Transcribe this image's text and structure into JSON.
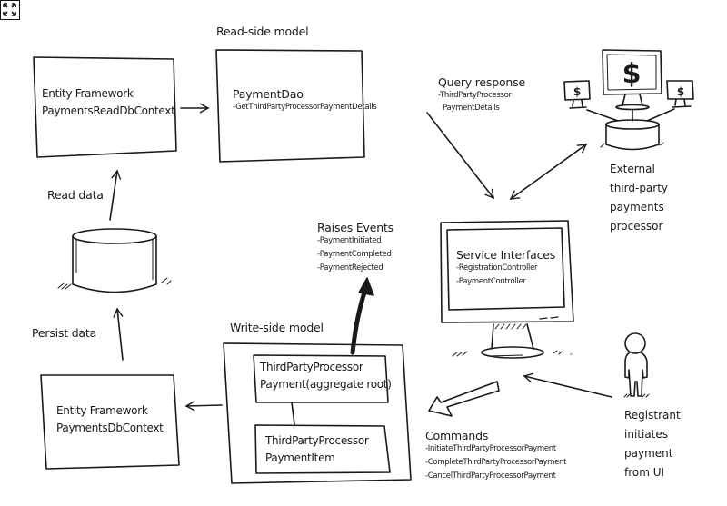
{
  "ui": {
    "expand_icon": "expand-icon"
  },
  "diagram": {
    "read_side": {
      "title": "Read-side model",
      "read_db_context": {
        "line1": "Entity Framework",
        "line2": "PaymentsReadDbContext"
      },
      "payment_dao": {
        "title": "PaymentDao",
        "methods": [
          "-GetThirdPartyProcessorPaymentDetails"
        ]
      }
    },
    "query_response": {
      "title": "Query response",
      "items": [
        "-ThirdPartyProcessor",
        "PaymentDetails"
      ]
    },
    "external_processor": {
      "lines": [
        "External",
        "third-party",
        "payments",
        "processor"
      ],
      "icon": "dollar-monitors-icon",
      "symbol": "$"
    },
    "read_data_label": "Read data",
    "persist_data_label": "Persist data",
    "database_icon": "database-icon",
    "raises_events": {
      "title": "Raises Events",
      "items": [
        "-PaymentInitiated",
        "-PaymentCompleted",
        "-PaymentRejected"
      ]
    },
    "service_interfaces": {
      "title": "Service Interfaces",
      "items": [
        "-RegistrationController",
        "-PaymentController"
      ]
    },
    "write_side": {
      "title": "Write-side model",
      "aggregate": {
        "line1": "ThirdPartyProcessor",
        "line2": "Payment(aggregate root)"
      },
      "item": {
        "line1": "ThirdPartyProcessor",
        "line2": "PaymentItem"
      }
    },
    "write_db_context": {
      "line1": "Entity Framework",
      "line2": "PaymentsDbContext"
    },
    "commands": {
      "title": "Commands",
      "items": [
        "-InitiateThirdPartyProcessorPayment",
        "-CompleteThirdPartyProcessorPayment",
        "-CancelThirdPartyProcessorPayment"
      ]
    },
    "registrant": {
      "lines": [
        "Registrant",
        "initiates",
        "payment",
        "from UI"
      ],
      "icon": "person-icon"
    }
  }
}
